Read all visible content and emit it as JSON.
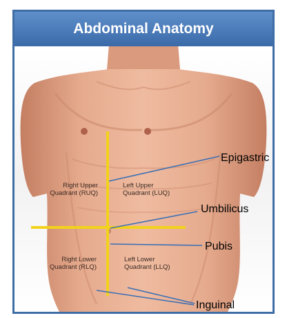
{
  "title": "Abdominal Anatomy",
  "quadrants": [
    {
      "line1": "Right Upper",
      "line2": "Quadrant (RUQ)"
    },
    {
      "line1": "Left Upper",
      "line2": "Quadrant (LUQ)"
    },
    {
      "line1": "Right Lower",
      "line2": "Quadrant (RLQ)"
    },
    {
      "line1": "Left Lower",
      "line2": "Quadrant (LLQ)"
    }
  ],
  "callouts": {
    "epigastric": "Epigastric",
    "umbilicus": "Umbilicus",
    "pubis": "Pubis",
    "inguinal": "Inguinal"
  },
  "colors": {
    "frame": "#3f6ea6",
    "title_bar": "#4a7bbb",
    "quadrant_lines": "#f2d21b",
    "leader_lines": "#3a6fb4",
    "skin": "#e2a487"
  }
}
